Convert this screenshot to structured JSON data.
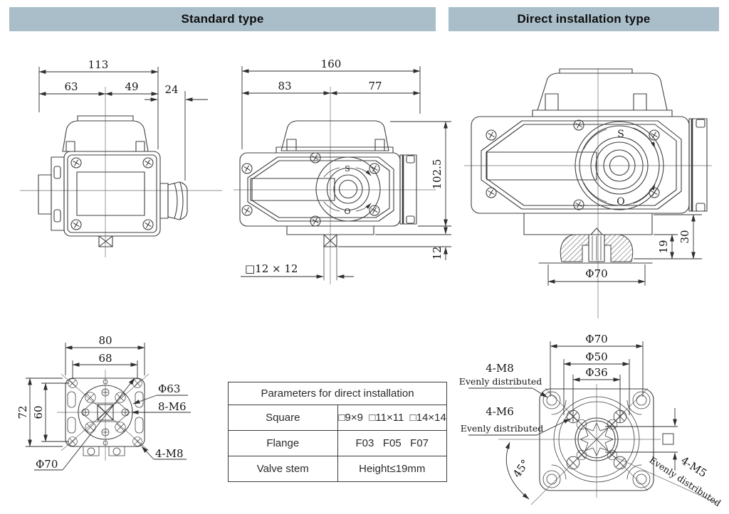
{
  "colors": {
    "header_bg": "#a9bec9",
    "line": "#3f3f3f"
  },
  "headers": {
    "left": "Standard type",
    "right": "Direct installation type"
  },
  "standard_front": {
    "dim_total": "113",
    "dim_left": "63",
    "dim_right": "49",
    "dim_gland": "24"
  },
  "standard_side": {
    "dim_total": "160",
    "dim_left": "83",
    "dim_right": "77",
    "dim_height": "102.5",
    "dim_stem_h": "12",
    "stem_label": "□12 × 12",
    "mark_s": "S",
    "mark_o": "O"
  },
  "direct_side": {
    "dim_flange_dia": "Φ70",
    "dim_insert_h": "19",
    "dim_flange_h": "30",
    "mark_s": "S",
    "mark_o": "O"
  },
  "standard_bottom": {
    "dim_width": "80",
    "dim_holes_x": "68",
    "dim_height": "72",
    "dim_holes_y": "60",
    "label_phi63": "Φ63",
    "label_m6": "8-M6",
    "label_m8": "4-M8",
    "label_phi70": "Φ70"
  },
  "direct_bottom": {
    "dim_phi70": "Φ70",
    "dim_phi50": "Φ50",
    "dim_phi36": "Φ36",
    "label_m8": "4-M8",
    "label_m6": "4-M6",
    "label_m5": "4-M5",
    "label_evenly": "Evenly distributed",
    "dim_angle": "45°"
  },
  "table": {
    "title": "Parameters for direct installation",
    "rows": [
      {
        "label": "Square",
        "value": "□9×9  □11×11  □14×14"
      },
      {
        "label": "Flange",
        "value": "F03   F05   F07"
      },
      {
        "label": "Valve stem",
        "value": "Height≤19mm"
      }
    ]
  }
}
